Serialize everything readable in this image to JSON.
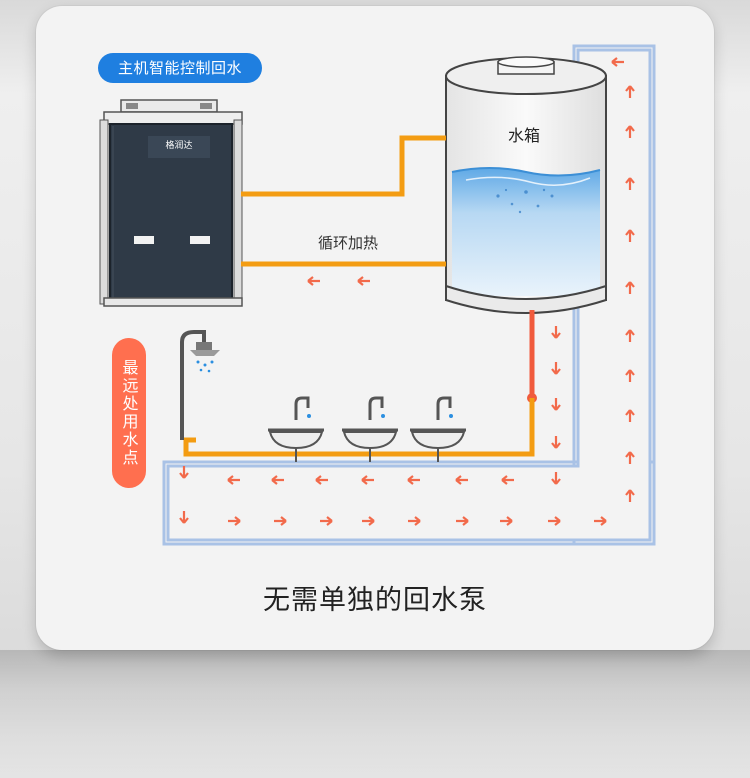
{
  "header_pill": "主机智能控制回水",
  "side_pill": "最远处用水点",
  "loop_label": "循环加热",
  "tank_label": "水箱",
  "caption": "无需单独的回水泵",
  "unit_logo": "格润达",
  "colors": {
    "accent_blue": "#1f7fe0",
    "accent_red": "#ff6f4f",
    "pipe_orange": "#f39c12",
    "pipe_red": "#f05a3c",
    "loop_outline": "#a9c2e6",
    "unit_body": "#2f3a47",
    "arrow": "#f26a4b"
  },
  "icons": [
    "heat-pump-unit",
    "water-tank",
    "shower-icon",
    "sink-icon",
    "faucet-icon",
    "flow-arrow-icon"
  ]
}
